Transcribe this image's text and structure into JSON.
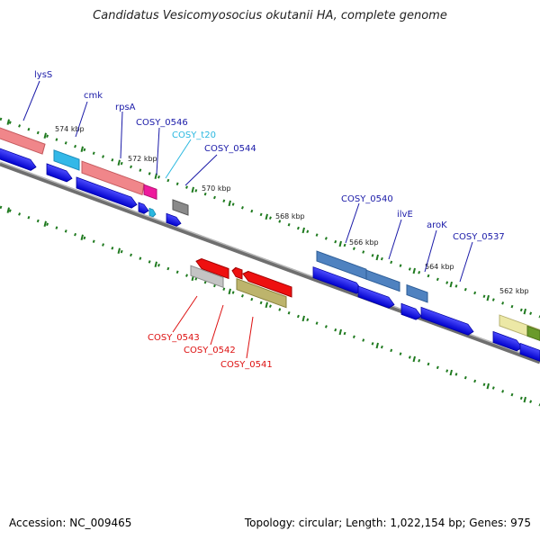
{
  "title": "Candidatus Vesicomyosocius okutanii HA, complete genome",
  "footer": {
    "accession": "Accession: NC_009465",
    "summary": "Topology: circular; Length: 1,022,154 bp; Genes: 975"
  },
  "colors": {
    "backbone": "#8a8a8a",
    "tick": "#1f7a1f",
    "cds_strand": "#1010ee",
    "label_blue": "#1a1aa8",
    "label_cyan": "#2ab8e0",
    "label_red": "#dd1010"
  },
  "scale_labels": [
    "574 kbp",
    "572 kbp",
    "570 kbp",
    "568 kbp",
    "566 kbp",
    "564 kbp",
    "562 kbp"
  ],
  "gene_labels_top": [
    "lysS",
    "cmk",
    "rpsA",
    "COSY_0546",
    "COSY_t20",
    "COSY_0544",
    "COSY_0540",
    "ilvE",
    "aroK",
    "COSY_0537"
  ],
  "gene_labels_bottom": [
    "COSY_0543",
    "COSY_0542",
    "COSY_0541"
  ]
}
